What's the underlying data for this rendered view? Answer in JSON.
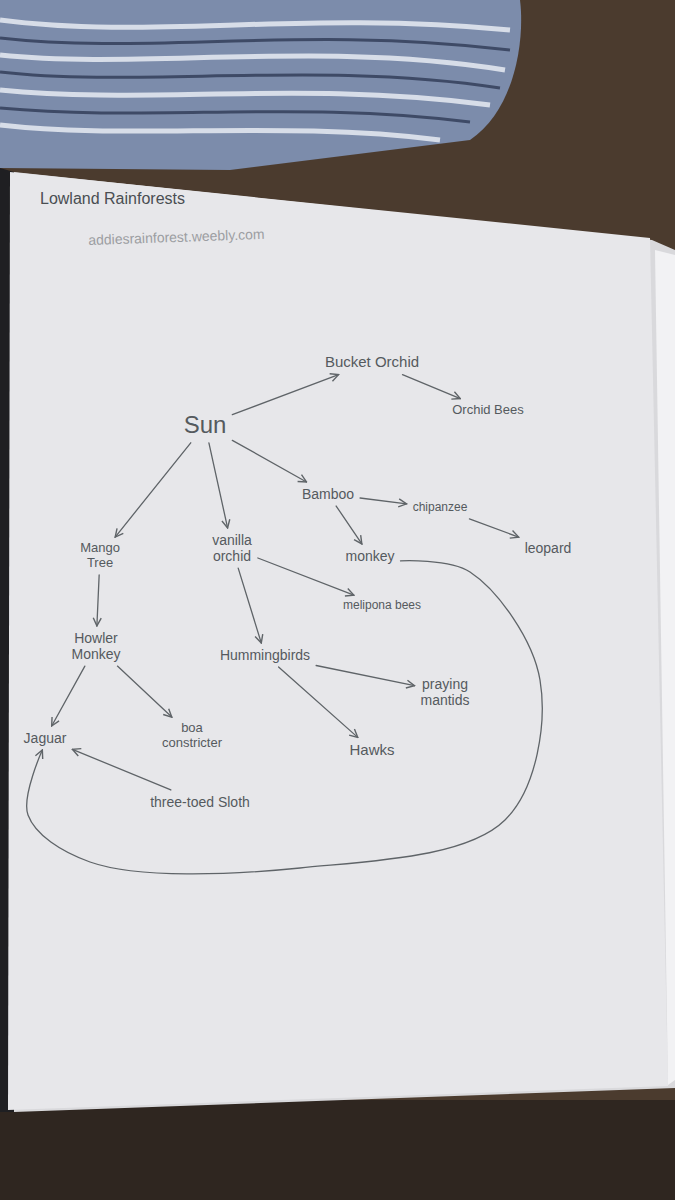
{
  "diagram": {
    "title": "Lowland Rainforests",
    "nodes": [
      {
        "text": [
          "Sun"
        ]
      },
      {
        "text": [
          "Bucket Orchid"
        ]
      },
      {
        "text": [
          "Orchid Bees"
        ]
      },
      {
        "text": [
          "Bamboo"
        ]
      },
      {
        "text": [
          "chipanzee"
        ]
      },
      {
        "text": [
          "leopard"
        ]
      },
      {
        "text": [
          "monkey"
        ]
      },
      {
        "text": [
          "Mango Tree"
        ]
      },
      {
        "text": [
          "vanilla orchid"
        ]
      },
      {
        "text": [
          "melipona bees"
        ]
      },
      {
        "text": [
          "Howler Monkey"
        ]
      },
      {
        "text": [
          "Hummingbirds"
        ]
      },
      {
        "text": [
          "praying mantids"
        ]
      },
      {
        "text": [
          "Jaguar"
        ]
      },
      {
        "text": [
          "boa constricter"
        ]
      },
      {
        "text": [
          "Hawks"
        ]
      },
      {
        "text": [
          "three-toed Sloth"
        ]
      }
    ],
    "edges": [
      {
        "from": 0,
        "to": 1,
        "arrow": "to"
      },
      {
        "from": 1,
        "to": 2,
        "arrow": "to"
      },
      {
        "from": 0,
        "to": 3,
        "arrow": "to"
      },
      {
        "from": 3,
        "to": 4,
        "arrow": "to"
      },
      {
        "from": 4,
        "to": 5,
        "arrow": "to"
      },
      {
        "from": 3,
        "to": 6,
        "arrow": "to"
      },
      {
        "from": 6,
        "to": 13,
        "arrow": "to"
      },
      {
        "from": 0,
        "to": 7,
        "arrow": "to"
      },
      {
        "from": 0,
        "to": 8,
        "arrow": "to"
      },
      {
        "from": 7,
        "to": 10,
        "arrow": "to"
      },
      {
        "from": 10,
        "to": 13,
        "arrow": "to"
      },
      {
        "from": 10,
        "to": 14,
        "arrow": "to"
      },
      {
        "from": 8,
        "to": 9,
        "arrow": "to"
      },
      {
        "from": 8,
        "to": 11,
        "arrow": "to"
      },
      {
        "from": 11,
        "to": 12,
        "arrow": "to"
      },
      {
        "from": 11,
        "to": 15,
        "arrow": "to"
      },
      {
        "from": 16,
        "to": 13,
        "arrow": "to"
      }
    ],
    "labels": [
      "addiesrainforest.weebly.com"
    ]
  }
}
